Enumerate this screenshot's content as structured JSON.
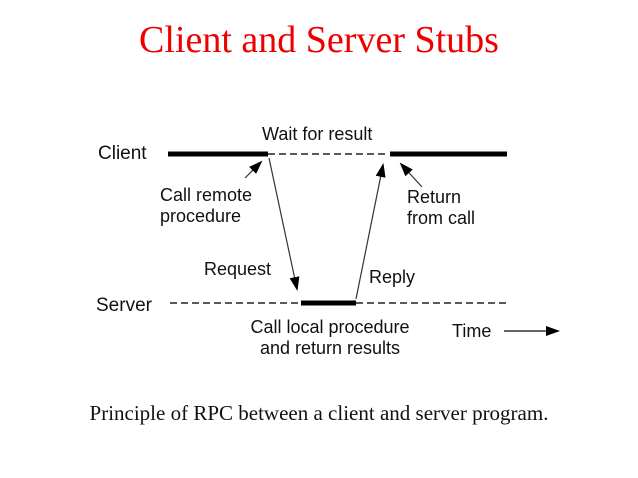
{
  "slide": {
    "title": "Client and Server Stubs",
    "caption": "Principle of RPC between a client and server program."
  },
  "diagram": {
    "client_label": "Client",
    "server_label": "Server",
    "wait_label": "Wait for result",
    "call_remote_label": "Call remote\nprocedure",
    "return_label": "Return\nfrom call",
    "request_label": "Request",
    "reply_label": "Reply",
    "call_local_label": "Call local procedure\nand return results",
    "time_label": "Time"
  },
  "colors": {
    "title": "#ee0000",
    "text": "#111111",
    "line": "#000000"
  }
}
